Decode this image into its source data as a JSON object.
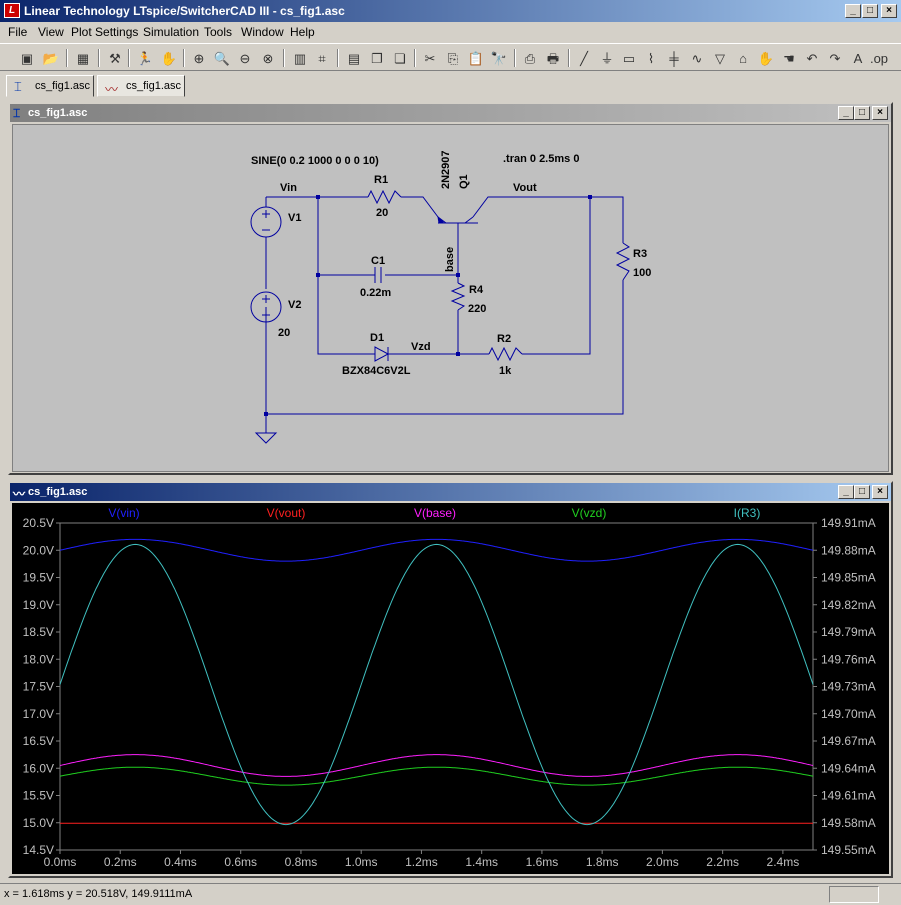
{
  "window": {
    "title": "Linear Technology LTspice/SwitcherCAD III - cs_fig1.asc"
  },
  "menu": [
    "File",
    "View",
    "Plot Settings",
    "Simulation",
    "Tools",
    "Window",
    "Help"
  ],
  "tabs": [
    "cs_fig1.asc",
    "cs_fig1.asc"
  ],
  "schematic": {
    "window_title": "cs_fig1.asc",
    "directive_source": "SINE(0 0.2 1000 0 0 0 10)",
    "directive_tran": ".tran 0 2.5ms 0",
    "labels": {
      "vin": "Vin",
      "vout": "Vout",
      "base": "base",
      "vzd": "Vzd",
      "r1": "R1",
      "r1_val": "20",
      "q1_model": "2N2907",
      "q1": "Q1",
      "r3": "R3",
      "r3_val": "100",
      "c1": "C1",
      "c1_val": "0.22m",
      "r4": "R4",
      "r4_val": "220",
      "d1": "D1",
      "d1_model": "BZX84C6V2L",
      "r2": "R2",
      "r2_val": "1k",
      "v1": "V1",
      "v2": "V2",
      "v2_val": "20"
    }
  },
  "waveform": {
    "window_title": "cs_fig1.asc",
    "cursor_readout": "x = 1.618ms   y = 20.518V, 149.9111mA"
  },
  "chart_data": {
    "type": "line",
    "x_unit": "ms",
    "x_ticks": [
      "0.0ms",
      "0.2ms",
      "0.4ms",
      "0.6ms",
      "0.8ms",
      "1.0ms",
      "1.2ms",
      "1.4ms",
      "1.6ms",
      "1.8ms",
      "2.0ms",
      "2.2ms",
      "2.4ms"
    ],
    "xlim": [
      0,
      2.5
    ],
    "left_ticks": [
      "20.5V",
      "20.0V",
      "19.5V",
      "19.0V",
      "18.5V",
      "18.0V",
      "17.5V",
      "17.0V",
      "16.5V",
      "16.0V",
      "15.5V",
      "15.0V",
      "14.5V"
    ],
    "left_ylim": [
      14.5,
      20.5
    ],
    "right_ticks": [
      "149.91mA",
      "149.88mA",
      "149.85mA",
      "149.82mA",
      "149.79mA",
      "149.76mA",
      "149.73mA",
      "149.70mA",
      "149.67mA",
      "149.64mA",
      "149.61mA",
      "149.58mA",
      "149.55mA"
    ],
    "right_ylim": [
      149.55,
      149.91
    ],
    "series": [
      {
        "name": "V(vin)",
        "color": "#2020ff",
        "axis": "left",
        "x": [
          0,
          0.25,
          0.5,
          0.75,
          1,
          1.25,
          1.5,
          1.75,
          2,
          2.25,
          2.5
        ],
        "y": [
          20.0,
          20.2,
          20.0,
          19.8,
          20.0,
          20.2,
          20.0,
          19.8,
          20.0,
          20.2,
          20.0
        ]
      },
      {
        "name": "V(vout)",
        "color": "#ff2020",
        "axis": "left",
        "x": [
          0,
          0.25,
          0.5,
          0.75,
          1,
          1.25,
          1.5,
          1.75,
          2,
          2.25,
          2.5
        ],
        "y": [
          14.99,
          14.99,
          14.99,
          14.99,
          14.99,
          14.99,
          14.99,
          14.99,
          14.99,
          14.99,
          14.99
        ]
      },
      {
        "name": "V(base)",
        "color": "#ff20ff",
        "axis": "left",
        "x": [
          0,
          0.25,
          0.5,
          0.75,
          1,
          1.25,
          1.5,
          1.75,
          2,
          2.25,
          2.5
        ],
        "y": [
          16.05,
          16.25,
          16.05,
          15.85,
          16.05,
          16.25,
          16.05,
          15.85,
          16.05,
          16.25,
          16.05
        ]
      },
      {
        "name": "V(vzd)",
        "color": "#20d020",
        "axis": "left",
        "x": [
          0,
          0.25,
          0.5,
          0.75,
          1,
          1.25,
          1.5,
          1.75,
          2,
          2.25,
          2.5
        ],
        "y": [
          15.85,
          16.02,
          15.85,
          15.69,
          15.85,
          16.02,
          15.85,
          15.69,
          15.85,
          16.02,
          15.85
        ]
      },
      {
        "name": "I(R3)",
        "color": "#40c0c0",
        "axis": "right",
        "x": [
          0,
          0.25,
          0.5,
          0.75,
          1,
          1.25,
          1.5,
          1.75,
          2,
          2.25,
          2.5
        ],
        "y": [
          149.73,
          149.8864,
          149.73,
          149.578,
          149.73,
          149.8864,
          149.73,
          149.578,
          149.73,
          149.8864,
          149.73
        ]
      }
    ]
  }
}
